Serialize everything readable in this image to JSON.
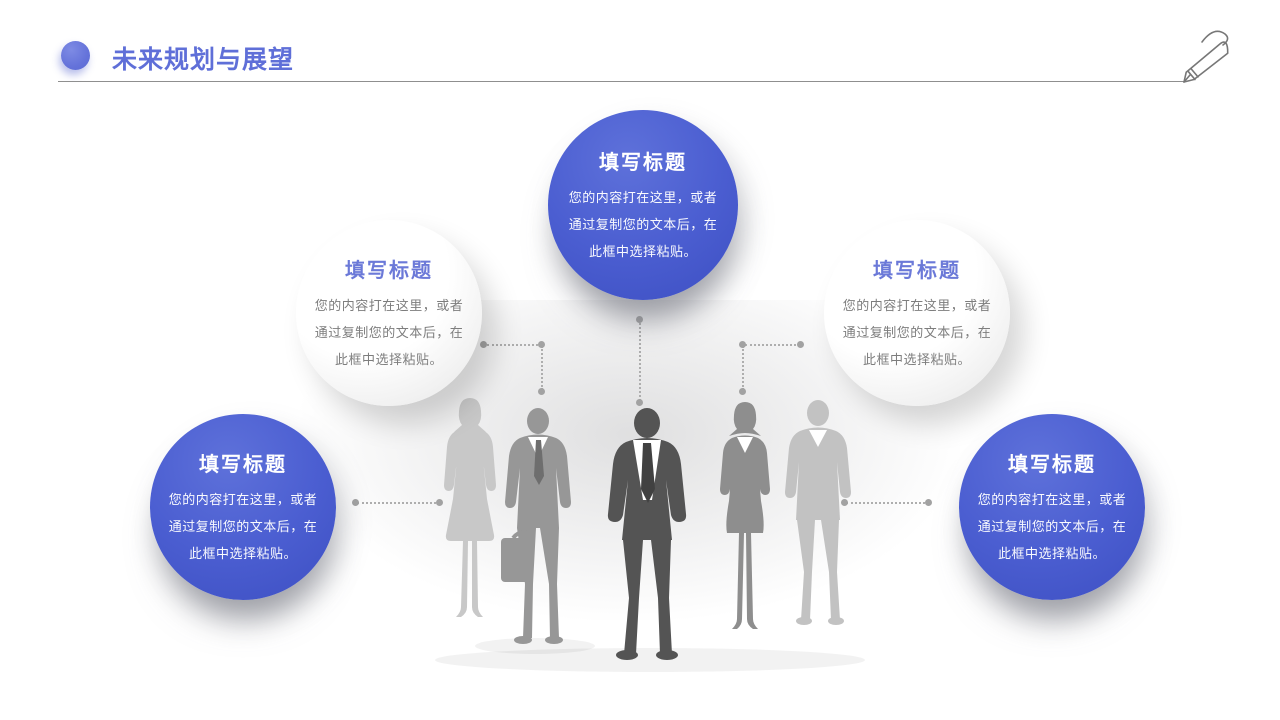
{
  "header": {
    "title": "未来规划与展望"
  },
  "icons": {
    "header_bullet": "dot-bullet-icon",
    "header_pen": "pen-icon",
    "center_graphic": "business-team-silhouettes"
  },
  "nodes": [
    {
      "id": "top-center",
      "style": "blue",
      "title": "填写标题",
      "body": "您的内容打在这里，或者通过复制您的文本后，在此框中选择粘贴。"
    },
    {
      "id": "upper-left",
      "style": "gray",
      "title": "填写标题",
      "body": "您的内容打在这里，或者通过复制您的文本后，在此框中选择粘贴。"
    },
    {
      "id": "upper-right",
      "style": "gray",
      "title": "填写标题",
      "body": "您的内容打在这里，或者通过复制您的文本后，在此框中选择粘贴。"
    },
    {
      "id": "lower-left",
      "style": "blue",
      "title": "填写标题",
      "body": "您的内容打在这里，或者通过复制您的文本后，在此框中选择粘贴。"
    },
    {
      "id": "lower-right",
      "style": "blue",
      "title": "填写标题",
      "body": "您的内容打在这里，或者通过复制您的文本后，在此框中选择粘贴。"
    }
  ],
  "colors": {
    "accent_title": "#5f6fd8",
    "blue_circle": "#4b5ed1",
    "gray_circle_title": "#6b79d8",
    "gray_body_text": "#7d7d7d",
    "connector": "#aeaeae",
    "silhouette_dark": "#545454",
    "silhouette_medium": "#979797",
    "silhouette_light": "#c6c6c6"
  }
}
